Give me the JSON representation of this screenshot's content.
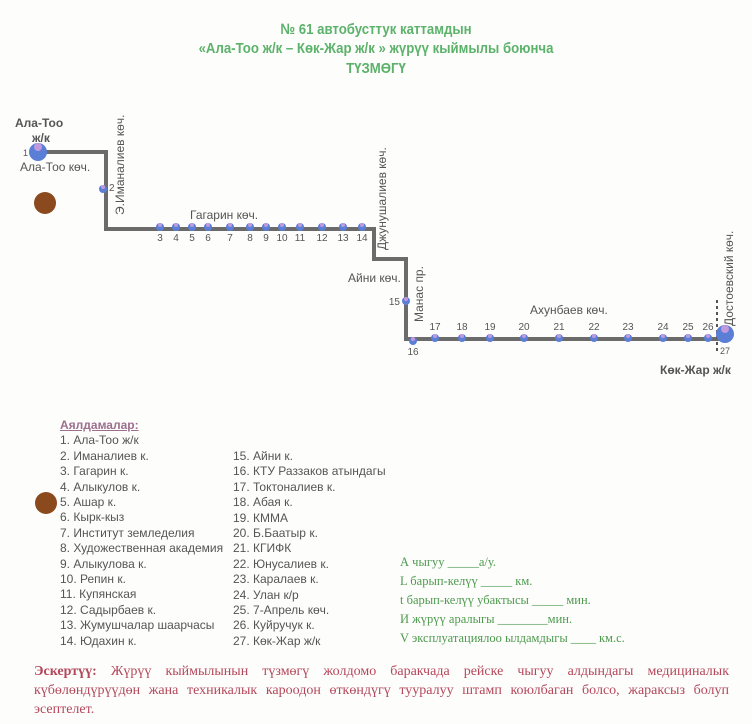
{
  "header": {
    "line1": "№ 61 автобусттук каттамдын",
    "line2": "«Ала-Тоо ж/к – Көк-Жар ж/к » жүрүү кыймылы боюнча",
    "line3": "ТҮЗМӨГҮ"
  },
  "map": {
    "start_terminal": [
      "Ала-Тоо",
      "ж/к"
    ],
    "end_terminal": "Көк-Жар ж/к",
    "streets": {
      "ala_too": "Ала-Тоо көч.",
      "imanaliev": "Э.Иманалиев көч.",
      "gagarin": "Гагарин көч.",
      "djunushaliev": "Джунушалиев көч.",
      "aini": "Айни көч.",
      "manas": "Манас пр.",
      "akhunbaev": "Ахунбаев көч.",
      "dostoevsky": "Достоевский көч."
    },
    "stop_numbers": [
      "1",
      "2",
      "3",
      "4",
      "5",
      "6",
      "7",
      "8",
      "9",
      "10",
      "11",
      "12",
      "13",
      "14",
      "15",
      "16",
      "17",
      "18",
      "19",
      "20",
      "21",
      "22",
      "23",
      "24",
      "25",
      "26",
      "27"
    ],
    "colors": {
      "route": "#6b6b6b",
      "stop": "#5b7fd6",
      "stop_top": "#d9a0e0",
      "marker": "#8a4a1e"
    }
  },
  "stops_list": {
    "title": "Аялдамалар:",
    "col1": [
      "1. Ала-Тоо ж/к",
      "2. Иманалиев к.",
      "3. Гагарин к.",
      "4. Алыкулов к.",
      "5. Ашар к.",
      "6. Кырк-кыз",
      "7. Институт земледелия",
      "8. Художественная академия",
      "9. Алыкулова к.",
      "10. Репин к.",
      "11. Купянская",
      "12. Садырбаев к.",
      "13. Жумушчалар шаарчасы",
      "14. Юдахин к."
    ],
    "col2": [
      "15. Айни к.",
      "16. КТУ Раззаков атындагы",
      "17. Токтоналиев к.",
      "18. Абая к.",
      "19. КММА",
      "20. Б.Баатыр к.",
      "21. КГИФК",
      "22. Юнусалиев к.",
      "23. Каралаев к.",
      "24. Улан к/р",
      "25. 7-Апрель көч.",
      "26. Куйручук к.",
      "27. Көк-Жар ж/к"
    ]
  },
  "params": [
    "А чыгуу _____а/у.",
    "L барып-келүү  _____ км.",
    "t барып-келүү убактысы  _____ мин.",
    "И жүрүү аралыгы ________мин.",
    "V эксплуатациялоо ылдамдыгы ____ км.с."
  ],
  "note": {
    "label": "Эскертүү:",
    "text": " Жүрүү кыймылынын түзмөгү жолдомо баракчада рейске чыгуу алдындагы медициналык күбөлөндүрүүдөн жана техникалык кароодон өткөндүгү тууралуу штамп коюлбаган болсо, жараксыз болуп эсептелет."
  }
}
